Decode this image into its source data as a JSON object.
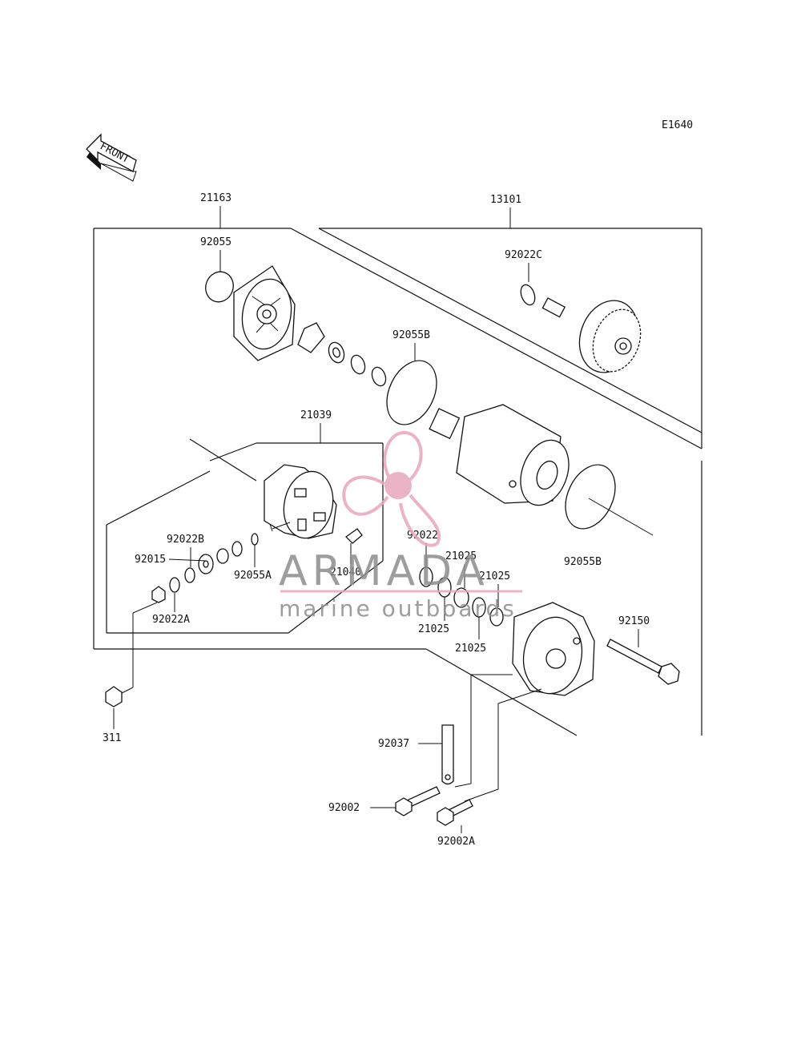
{
  "diagram_code": "E1640",
  "front_label": "FRONT",
  "watermark": {
    "brand": "ARMADA",
    "tagline": "marine outboards",
    "accent_color": "#e8a7bd",
    "text_color": "#8d8d8d"
  },
  "part_labels": {
    "p21163": "21163",
    "p13101": "13101",
    "p92055": "92055",
    "p92022C": "92022C",
    "p92055B_top": "92055B",
    "p21039": "21039",
    "p92022B": "92022B",
    "p92015": "92015",
    "p92055A": "92055A",
    "p21040": "21040",
    "p92022": "92022",
    "p21025_a": "21025",
    "p21025_b": "21025",
    "p21025_c": "21025",
    "p21025_d": "21025",
    "p92055B_bot": "92055B",
    "p92022A": "92022A",
    "p92150": "92150",
    "p311": "311",
    "p92037": "92037",
    "p92002": "92002",
    "p92002A": "92002A"
  }
}
